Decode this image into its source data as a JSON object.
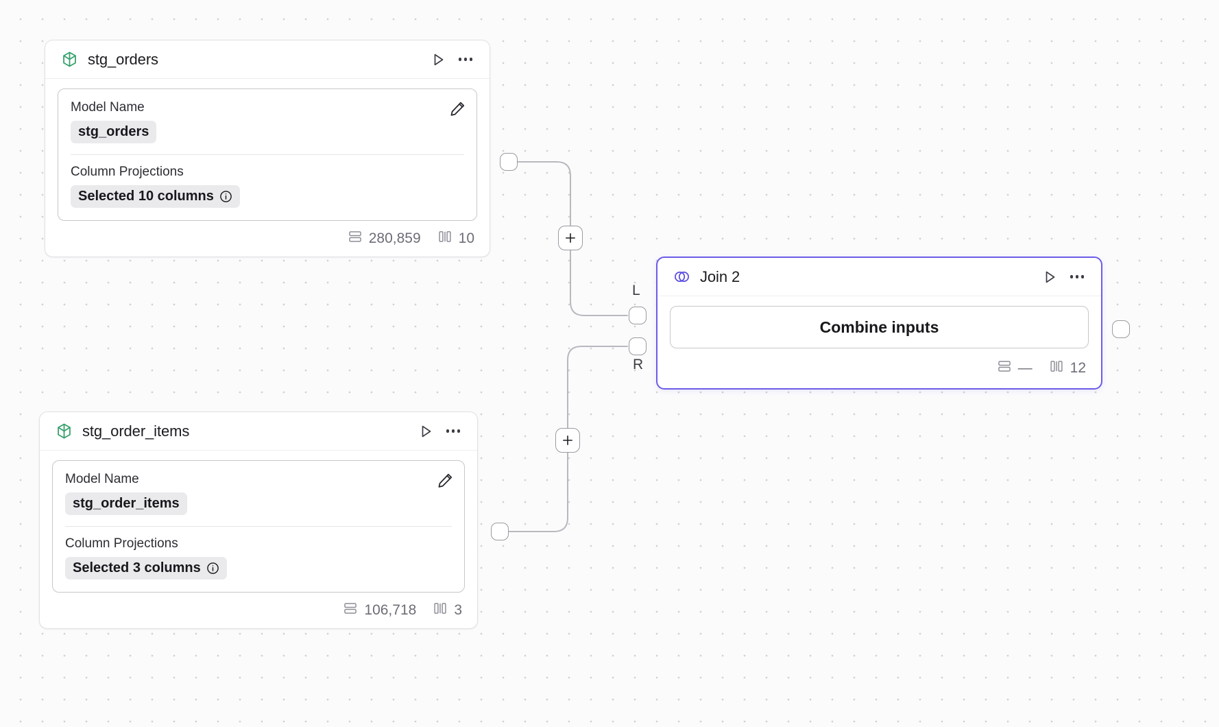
{
  "canvas": {
    "background_color": "#fbfbfc",
    "dot_color": "#d2d2d6",
    "accent_color": "#6c5ce7",
    "model_icon_color": "#34a06a"
  },
  "nodes": [
    {
      "id": "stg_orders",
      "title": "stg_orders",
      "icon": "cube-icon",
      "type": "model",
      "run_label": "Run",
      "menu_label": "More options",
      "fields": {
        "model_name_label": "Model Name",
        "model_name_value": "stg_orders",
        "column_projections_label": "Column Projections",
        "column_projections_value": "Selected 10 columns"
      },
      "footer": {
        "rows": "280,859",
        "columns": "10"
      }
    },
    {
      "id": "stg_order_items",
      "title": "stg_order_items",
      "icon": "cube-icon",
      "type": "model",
      "run_label": "Run",
      "menu_label": "More options",
      "fields": {
        "model_name_label": "Model Name",
        "model_name_value": "stg_order_items",
        "column_projections_label": "Column Projections",
        "column_projections_value": "Selected 3 columns"
      },
      "footer": {
        "rows": "106,718",
        "columns": "3"
      }
    },
    {
      "id": "join_2",
      "title": "Join 2",
      "icon": "venn-icon",
      "type": "join",
      "selected": true,
      "run_label": "Run",
      "menu_label": "More options",
      "action_label": "Combine inputs",
      "footer": {
        "rows": "—",
        "columns": "12"
      },
      "input_handles": [
        {
          "label": "L"
        },
        {
          "label": "R"
        }
      ]
    }
  ],
  "edges": [
    {
      "from": "stg_orders",
      "to": "join_2.L",
      "add_button_label": "+"
    },
    {
      "from": "stg_order_items",
      "to": "join_2.R",
      "add_button_label": "+"
    }
  ]
}
